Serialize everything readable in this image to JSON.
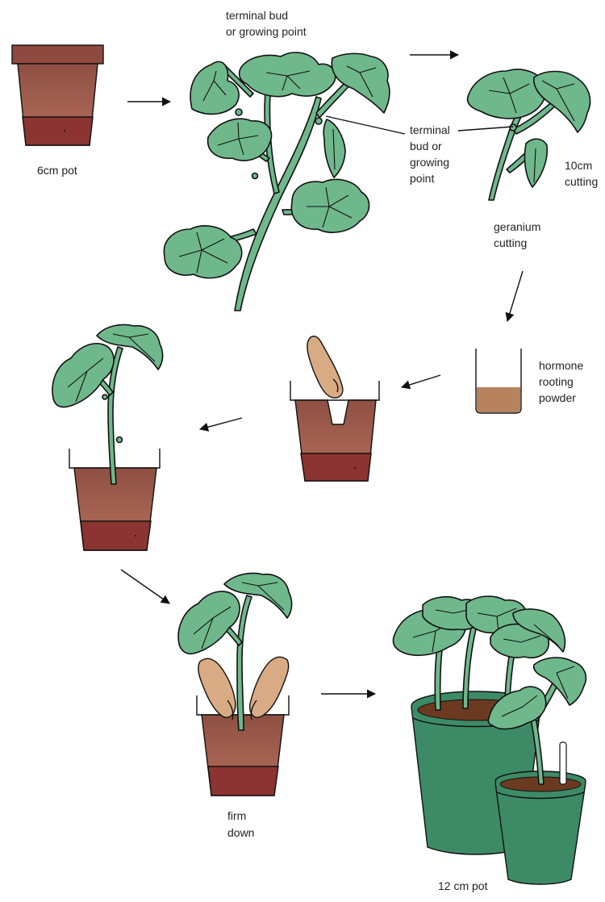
{
  "labels": {
    "terminal_bud_top": [
      "terminal bud",
      "or growing point"
    ],
    "pot_6cm": "6cm pot",
    "terminal_bud_side": [
      "terminal",
      "bud or",
      "growing",
      "point"
    ],
    "cutting_10cm": [
      "10cm",
      "cutting"
    ],
    "geranium_cutting": [
      "geranium",
      "cutting"
    ],
    "hormone": [
      "hormone",
      "rooting",
      "powder"
    ],
    "firm_down": [
      "firm",
      "down"
    ],
    "pot_12cm": "12 cm pot"
  },
  "colors": {
    "leaf": "#6fb88c",
    "pot_clay": "#a45a4c",
    "pot_compost": "#8c3431",
    "hormone_powder": "#b7835e",
    "finger_skin": "#d9ab84",
    "green_pot": "#3d8b66",
    "compost_dark": "#6b3a21"
  }
}
